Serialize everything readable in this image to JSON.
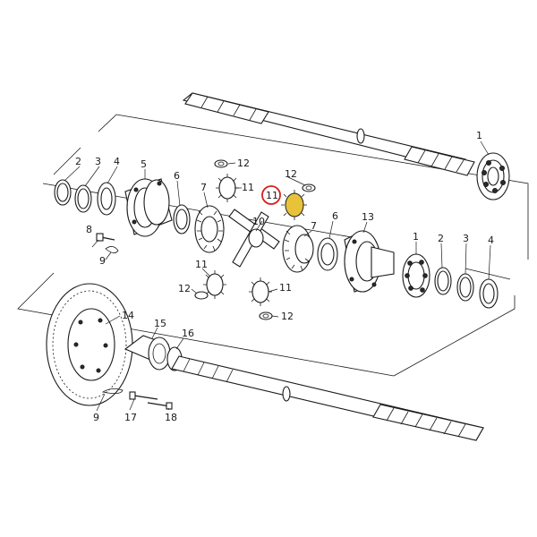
{
  "diagram": {
    "highlight_color": "#d42020",
    "gear_highlight_color": "#e8c33a",
    "callouts": [
      {
        "id": "c-1-top",
        "label": "1"
      },
      {
        "id": "c-2-left",
        "label": "2"
      },
      {
        "id": "c-3-left",
        "label": "3"
      },
      {
        "id": "c-4-left",
        "label": "4"
      },
      {
        "id": "c-5",
        "label": "5"
      },
      {
        "id": "c-6-left",
        "label": "6"
      },
      {
        "id": "c-7-left",
        "label": "7"
      },
      {
        "id": "c-8",
        "label": "8"
      },
      {
        "id": "c-9-upper",
        "label": "9"
      },
      {
        "id": "c-10",
        "label": "10"
      },
      {
        "id": "c-11-top",
        "label": "11"
      },
      {
        "id": "c-11-highlight",
        "label": "11"
      },
      {
        "id": "c-11-left",
        "label": "11"
      },
      {
        "id": "c-11-right",
        "label": "11"
      },
      {
        "id": "c-12-top",
        "label": "12"
      },
      {
        "id": "c-12-right",
        "label": "12"
      },
      {
        "id": "c-12-left",
        "label": "12"
      },
      {
        "id": "c-12-bottom",
        "label": "12"
      },
      {
        "id": "c-6-right",
        "label": "6"
      },
      {
        "id": "c-13",
        "label": "13"
      },
      {
        "id": "c-7-right",
        "label": "7"
      },
      {
        "id": "c-1-right",
        "label": "1"
      },
      {
        "id": "c-2-right",
        "label": "2"
      },
      {
        "id": "c-3-right",
        "label": "3"
      },
      {
        "id": "c-4-right",
        "label": "4"
      },
      {
        "id": "c-14",
        "label": "14"
      },
      {
        "id": "c-15",
        "label": "15"
      },
      {
        "id": "c-16",
        "label": "16"
      },
      {
        "id": "c-9-lower",
        "label": "9"
      },
      {
        "id": "c-17",
        "label": "17"
      },
      {
        "id": "c-18",
        "label": "18"
      }
    ]
  }
}
